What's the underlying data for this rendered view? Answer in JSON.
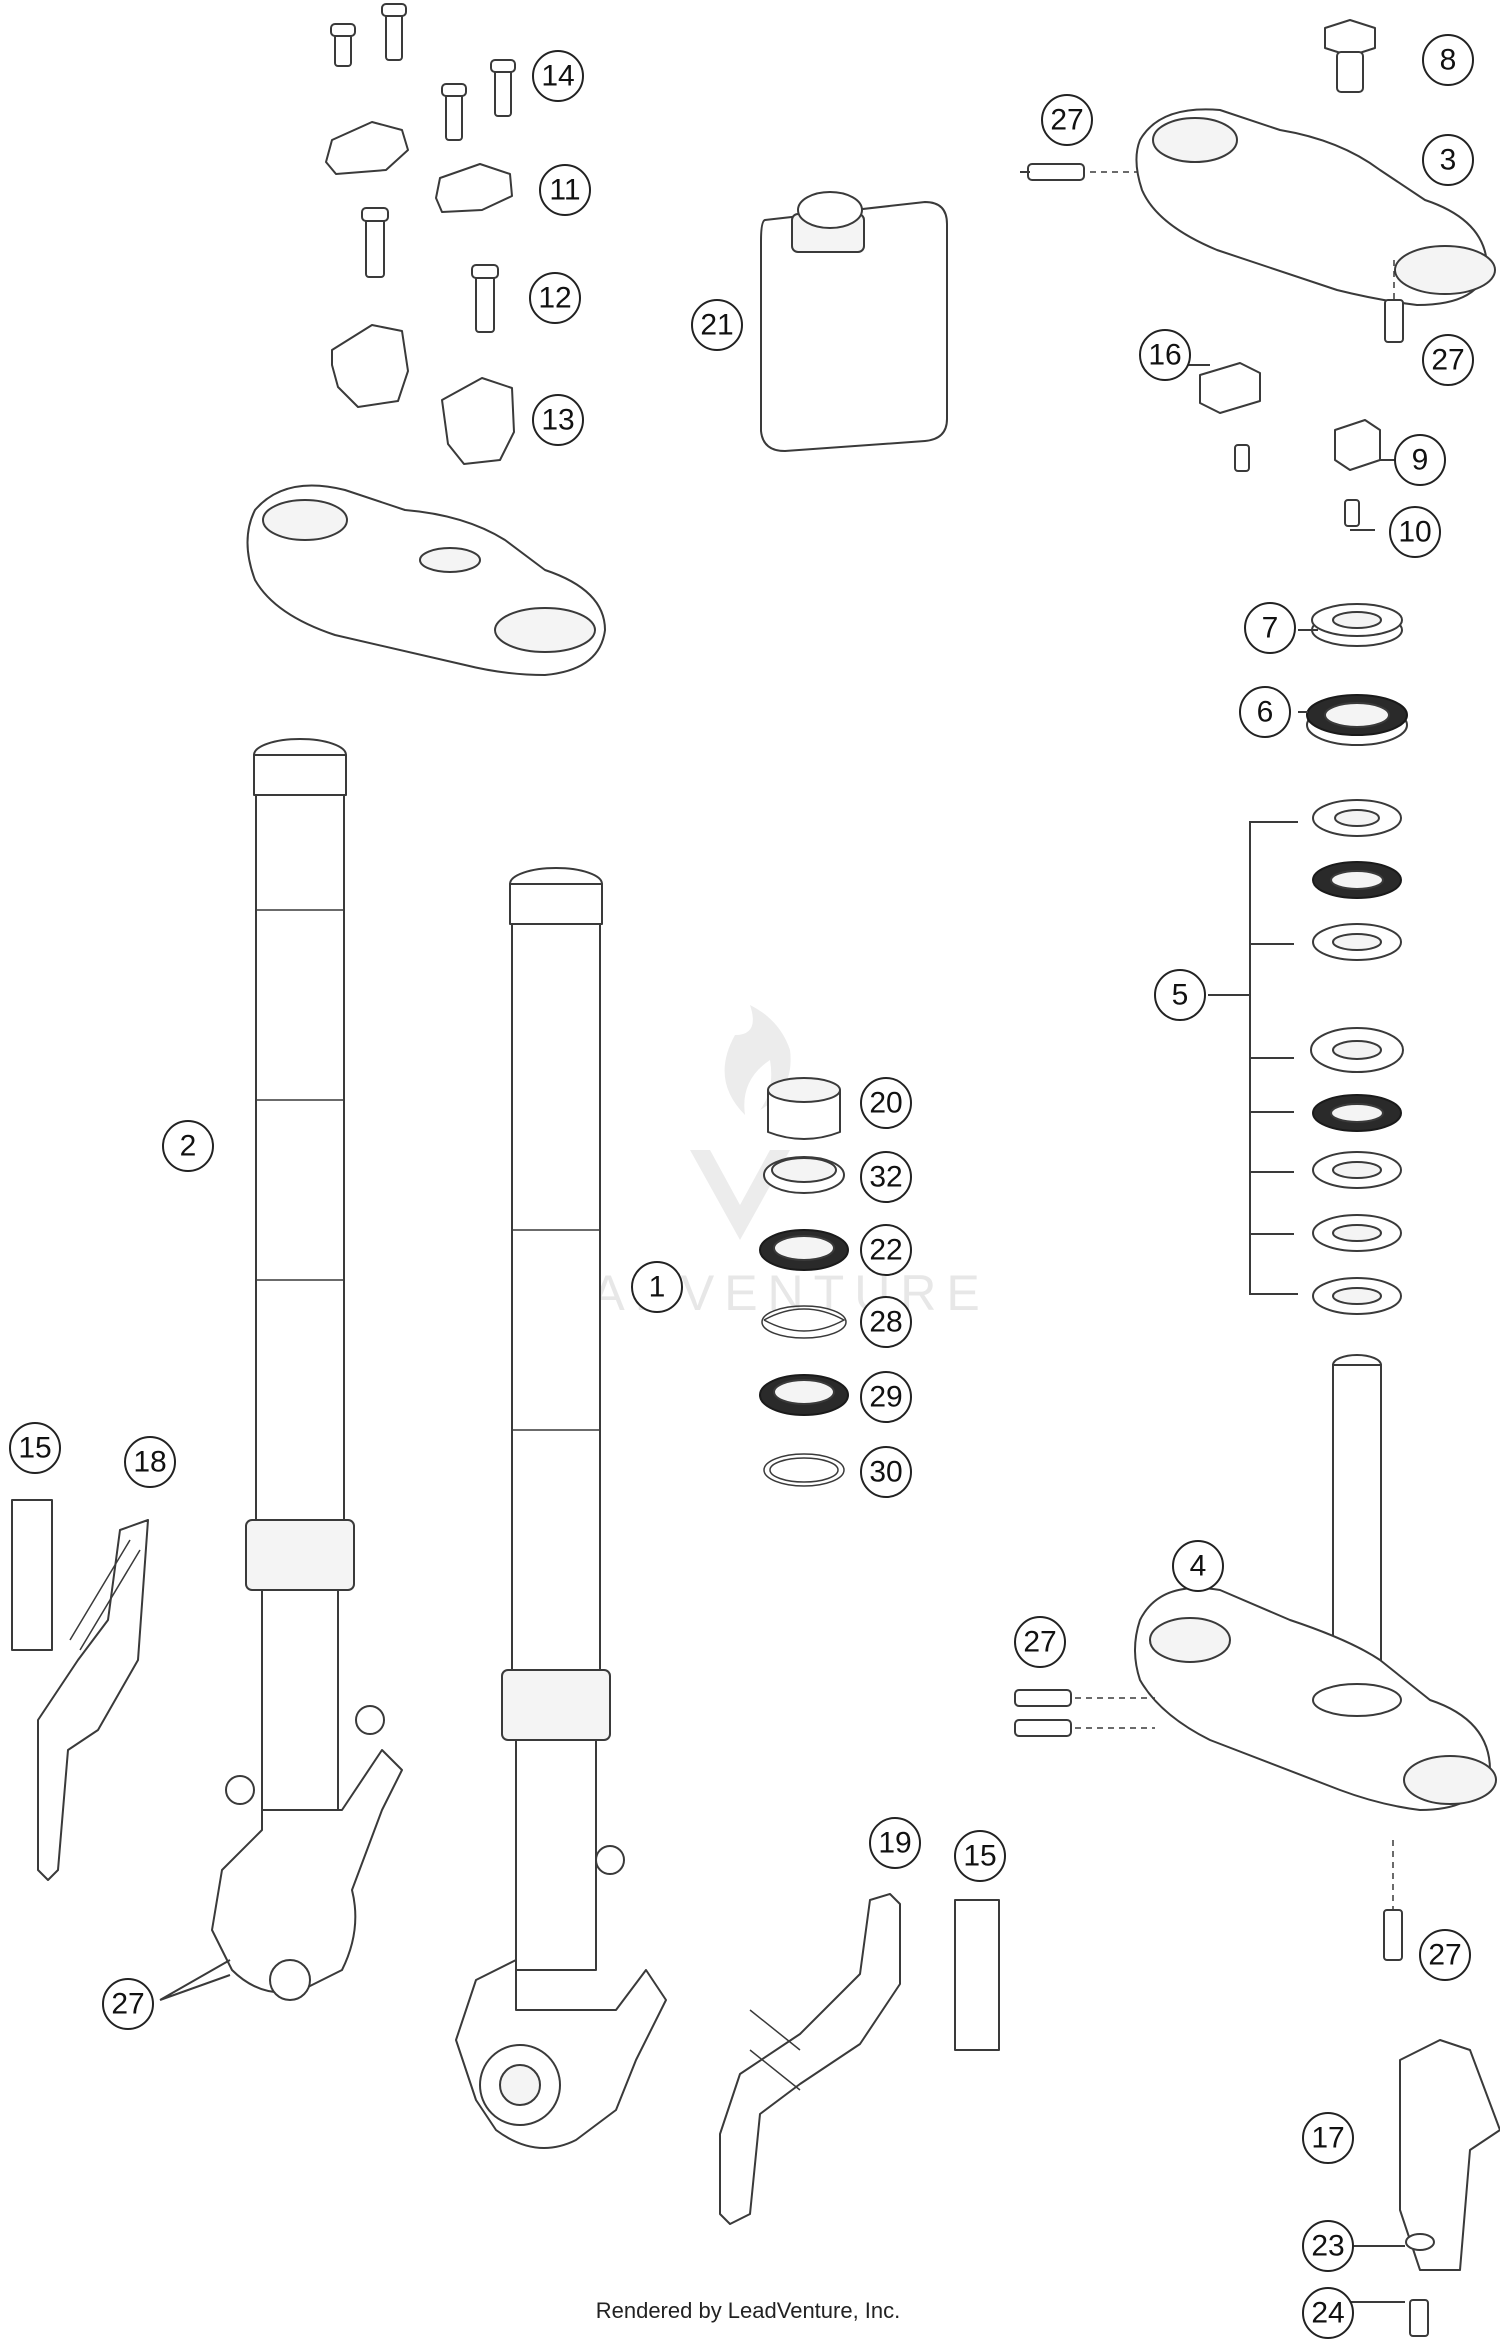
{
  "footer": "Rendered by LeadVenture, Inc.",
  "watermark": "LEADVENTURE",
  "callouts": [
    {
      "label": "14"
    },
    {
      "label": "11"
    },
    {
      "label": "12"
    },
    {
      "label": "13"
    },
    {
      "label": "21"
    },
    {
      "label": "8"
    },
    {
      "label": "27"
    },
    {
      "label": "3"
    },
    {
      "label": "27"
    },
    {
      "label": "16"
    },
    {
      "label": "9"
    },
    {
      "label": "10"
    },
    {
      "label": "7"
    },
    {
      "label": "6"
    },
    {
      "label": "5"
    },
    {
      "label": "2"
    },
    {
      "label": "20"
    },
    {
      "label": "32"
    },
    {
      "label": "22"
    },
    {
      "label": "1"
    },
    {
      "label": "28"
    },
    {
      "label": "29"
    },
    {
      "label": "30"
    },
    {
      "label": "15"
    },
    {
      "label": "18"
    },
    {
      "label": "4"
    },
    {
      "label": "27"
    },
    {
      "label": "19"
    },
    {
      "label": "15"
    },
    {
      "label": "27"
    },
    {
      "label": "27"
    },
    {
      "label": "17"
    },
    {
      "label": "23"
    },
    {
      "label": "24"
    }
  ]
}
